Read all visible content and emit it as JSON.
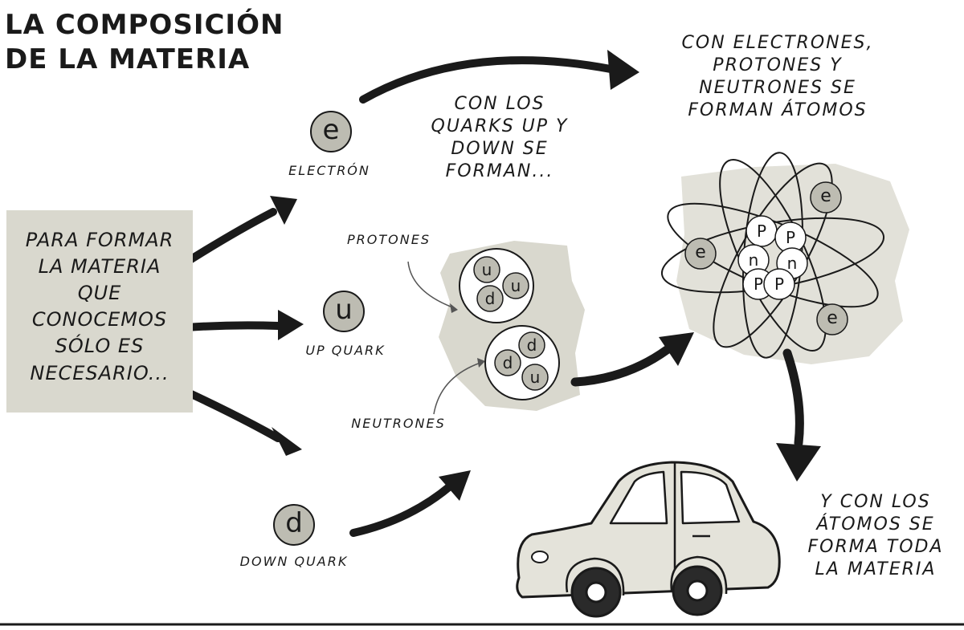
{
  "title": {
    "line1": "LA COMPOSICIÓN",
    "line2": "DE LA MATERIA"
  },
  "intro_box": {
    "lines": [
      "PARA FORMAR",
      "LA MATERIA",
      "QUE",
      "CONOCEMOS",
      "SÓLO ES",
      "NECESARIO..."
    ]
  },
  "particles": {
    "electron": {
      "symbol": "e",
      "label": "ELECTRÓN"
    },
    "up_quark": {
      "symbol": "u",
      "label": "UP QUARK"
    },
    "down_quark": {
      "symbol": "d",
      "label": "DOWN QUARK"
    }
  },
  "quarks_caption": {
    "lines": [
      "CON LOS",
      "QUARKS UP Y",
      "DOWN SE",
      "FORMAN..."
    ]
  },
  "nucleons": {
    "protons_label": "PROTONES",
    "neutrons_label": "NEUTRONES",
    "proton_quarks": [
      "u",
      "u",
      "d"
    ],
    "neutron_quarks": [
      "d",
      "d",
      "u"
    ]
  },
  "atom_caption": {
    "lines": [
      "CON ELECTRONES,",
      "PROTONES Y",
      "NEUTRONES SE",
      "FORMAN ÁTOMOS"
    ]
  },
  "atom": {
    "nucleus": [
      "p",
      "p",
      "n",
      "n",
      "p",
      "p"
    ],
    "electron_symbol": "e"
  },
  "matter_caption": {
    "lines": [
      "Y CON LOS",
      "ÁTOMOS SE",
      "FORMA TODA",
      "LA MATERIA"
    ]
  },
  "colors": {
    "panel_gray": "#d9d8ce",
    "particle_fill": "#bdbcb2",
    "car_fill": "#e4e3da",
    "ink": "#1a1a1a"
  }
}
